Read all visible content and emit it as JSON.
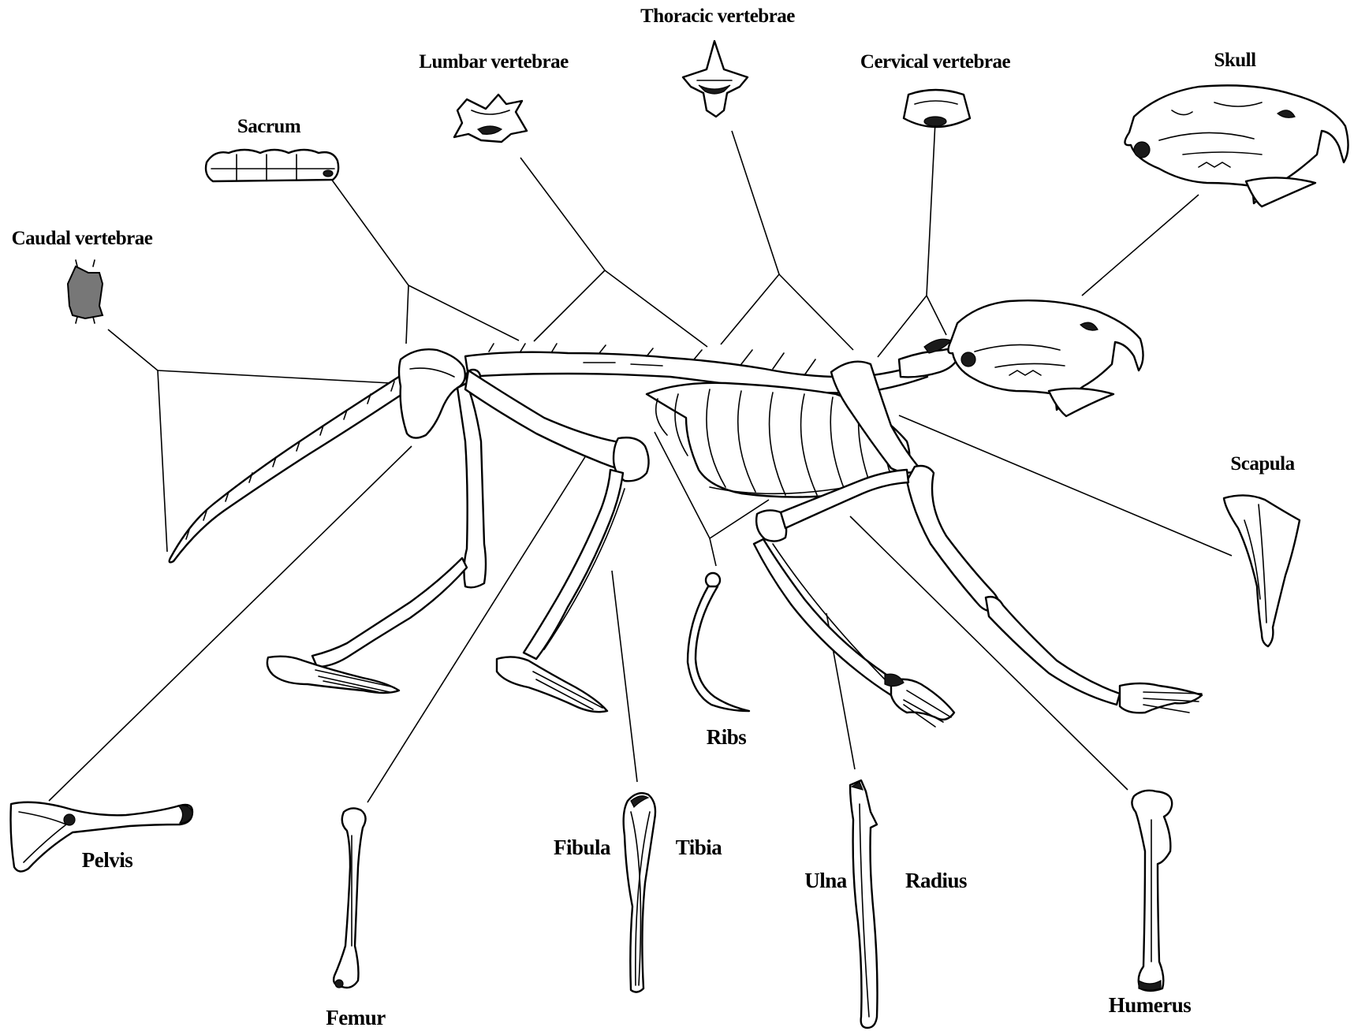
{
  "diagram": {
    "labels": {
      "thoracic_vertebrae": "Thoracic vertebrae",
      "lumbar_vertebrae": "Lumbar vertebrae",
      "cervical_vertebrae": "Cervical vertebrae",
      "skull": "Skull",
      "sacrum": "Sacrum",
      "caudal_vertebrae": "Caudal vertebrae",
      "scapula": "Scapula",
      "ribs": "Ribs",
      "pelvis": "Pelvis",
      "femur": "Femur",
      "fibula": "Fibula",
      "tibia": "Tibia",
      "ulna": "Ulna",
      "radius": "Radius",
      "humerus": "Humerus"
    }
  }
}
